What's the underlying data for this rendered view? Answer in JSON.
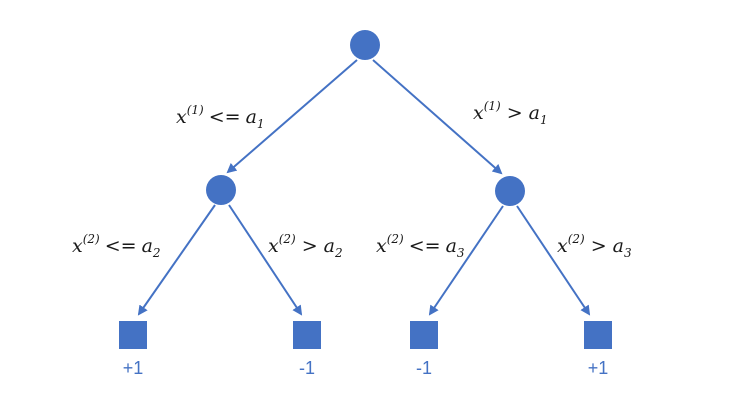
{
  "colors": {
    "node": "#4472c4",
    "edge": "#4472c4",
    "label": "#1a1a1a",
    "leaf_text": "#4472c4"
  },
  "tree": {
    "root": {
      "left_condition": {
        "var": "x",
        "index": "(1)",
        "op": "<=",
        "threshold": "a",
        "sub": "1"
      },
      "right_condition": {
        "var": "x",
        "index": "(1)",
        "op": ">",
        "threshold": "a",
        "sub": "1"
      }
    },
    "left_node": {
      "left_condition": {
        "var": "x",
        "index": "(2)",
        "op": "<=",
        "threshold": "a",
        "sub": "2"
      },
      "right_condition": {
        "var": "x",
        "index": "(2)",
        "op": ">",
        "threshold": "a",
        "sub": "2"
      }
    },
    "right_node": {
      "left_condition": {
        "var": "x",
        "index": "(2)",
        "op": "<=",
        "threshold": "a",
        "sub": "3"
      },
      "right_condition": {
        "var": "x",
        "index": "(2)",
        "op": ">",
        "threshold": "a",
        "sub": "3"
      }
    },
    "leaves": [
      "+1",
      "-1",
      "-1",
      "+1"
    ]
  }
}
